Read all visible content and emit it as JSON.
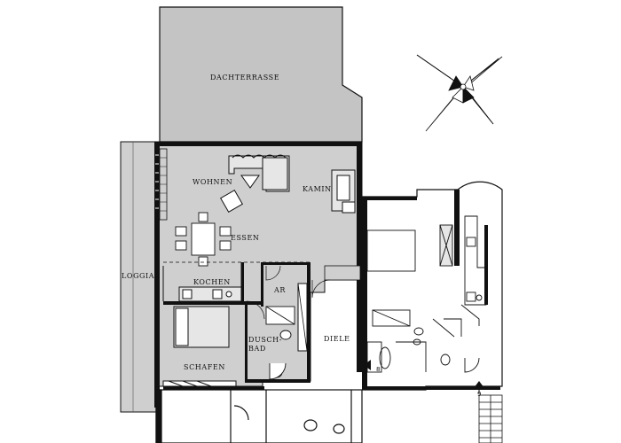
{
  "floorplan": {
    "rooms": {
      "dachterrasse": "DACHTERRASSE",
      "wohnen": "WOHNEN",
      "kamin": "KAMIN",
      "essen": "ESSEN",
      "loggia": "LOGGIA",
      "kochen": "KOCHEN",
      "ar": "AR",
      "dusch_bad_1": "DUSCH-",
      "dusch_bad_2": "BAD",
      "diele": "DIELE",
      "schafen": "SCHAFEN"
    },
    "markers": {
      "m8": "8",
      "m9": "9"
    },
    "colors": {
      "unit_fill": "#cfcfcf",
      "terrace_fill": "#c4c4c4",
      "wall": "#111111",
      "background": "#ffffff"
    }
  }
}
